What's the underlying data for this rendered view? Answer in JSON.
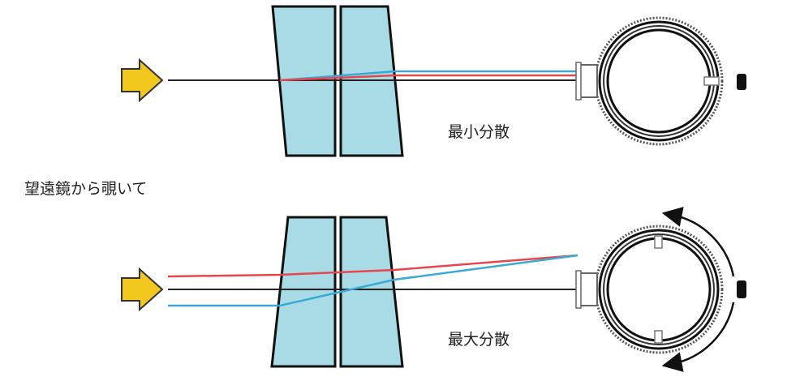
{
  "labels": {
    "min_dispersion": "最小分散",
    "max_dispersion": "最大分散",
    "view_from_telescope": "望遠鏡から覗いて"
  },
  "colors": {
    "prism_fill": "#a8dbe6",
    "ray_red": "#e8464e",
    "ray_blue": "#3aa9d6",
    "ray_black": "#222222",
    "arrow_fill": "#f2c81e"
  }
}
